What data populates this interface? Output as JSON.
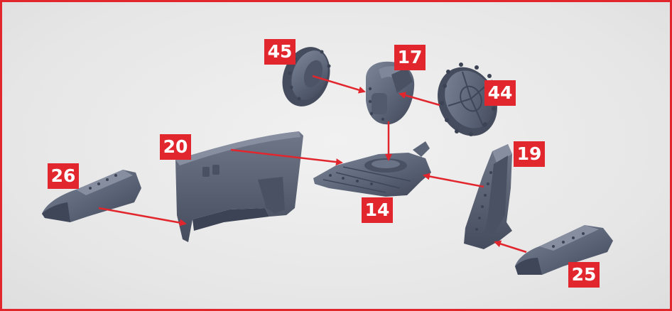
{
  "colors": {
    "accent": "#e1262d",
    "part": "#5c6478",
    "part_light": "#7d8598",
    "part_dark": "#3f4657",
    "background": "#e8e8e8"
  },
  "labels": {
    "p45": "45",
    "p17": "17",
    "p44": "44",
    "p20": "20",
    "p19": "19",
    "p26": "26",
    "p14": "14",
    "p25": "25"
  }
}
